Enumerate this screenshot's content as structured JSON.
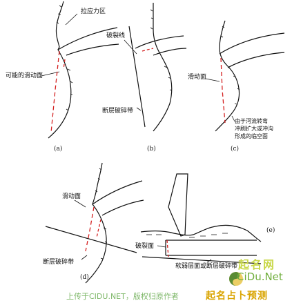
{
  "panels": {
    "a": {
      "sublabel": "(a)",
      "tension_zone": "拉应力区",
      "possible_slip_surface": "可能的滑动面"
    },
    "b": {
      "sublabel": "(b)",
      "fracture_line": "破裂线",
      "fault_fracture_zone": "断层破碎带"
    },
    "c": {
      "sublabel": "(c)",
      "slip_surface": "滑动面",
      "note_line1": "由于河流转弯",
      "note_line2": "冲刷扩大或冲沟",
      "note_line3": "形成的临空面"
    },
    "d": {
      "sublabel": "(d)",
      "slip_surface": "滑动面",
      "fault_fracture_zone": "断层破碎带"
    },
    "e": {
      "sublabel": "(e)",
      "fracture_plane": "破裂面",
      "weak_layer": "软弱层面或断层破碎带"
    }
  },
  "watermark": {
    "upload_note": "上传于CIDU.NET，版权归原作者",
    "brand": "起名占卜预测",
    "logo_cjk": "起名网",
    "logo_site": "CiDu.Net"
  },
  "colors": {
    "line": "#111111",
    "slip": "#d42020",
    "watermark_green": "#7fb86a",
    "watermark_gold": "#d9a400"
  }
}
